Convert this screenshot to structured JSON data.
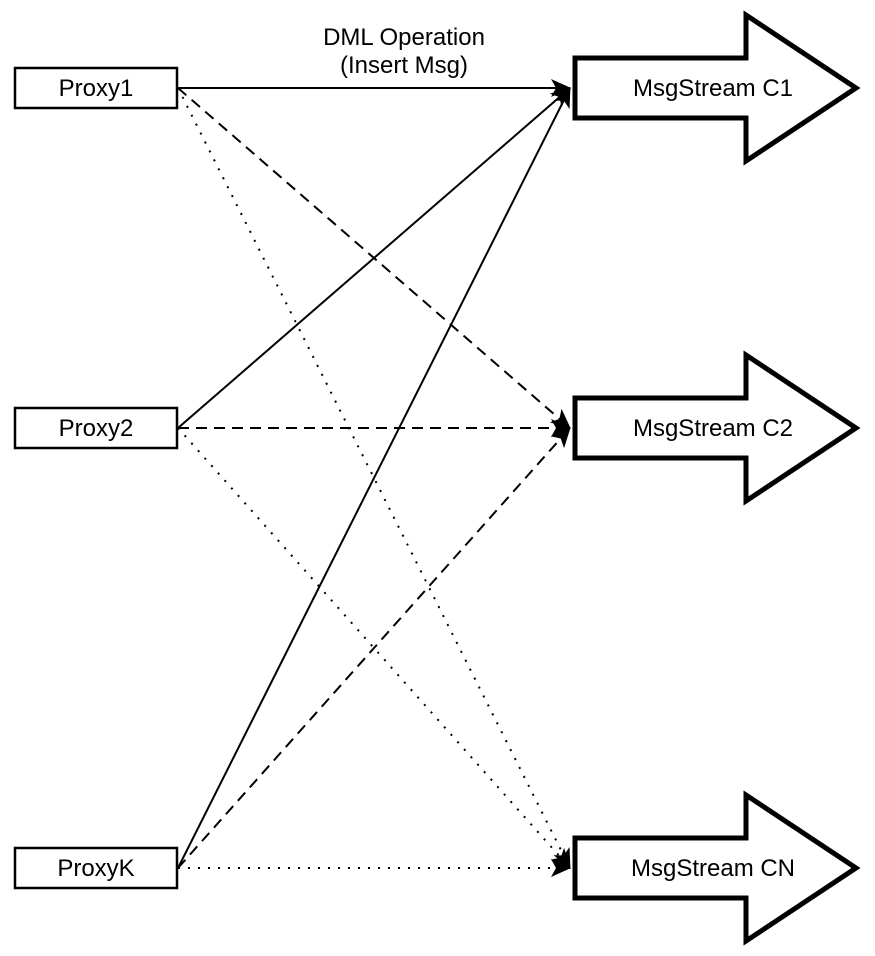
{
  "diagram": {
    "edge_label": {
      "line1": "DML Operation",
      "line2": "(Insert Msg)"
    },
    "proxies": [
      {
        "id": "proxy1",
        "label": "Proxy1"
      },
      {
        "id": "proxy2",
        "label": "Proxy2"
      },
      {
        "id": "proxyK",
        "label": "ProxyK"
      }
    ],
    "streams": [
      {
        "id": "c1",
        "label": "MsgStream C1",
        "shape": "block-arrow-right"
      },
      {
        "id": "c2",
        "label": "MsgStream C2",
        "shape": "block-arrow-right"
      },
      {
        "id": "cn",
        "label": "MsgStream CN",
        "shape": "block-arrow-right"
      }
    ],
    "edges": [
      {
        "from": "proxy1",
        "to": "c1",
        "style": "solid",
        "label": "DML Operation (Insert Msg)"
      },
      {
        "from": "proxy1",
        "to": "c2",
        "style": "dashed"
      },
      {
        "from": "proxy1",
        "to": "cn",
        "style": "dotted"
      },
      {
        "from": "proxy2",
        "to": "c1",
        "style": "solid"
      },
      {
        "from": "proxy2",
        "to": "c2",
        "style": "dashed"
      },
      {
        "from": "proxy2",
        "to": "cn",
        "style": "dotted"
      },
      {
        "from": "proxyK",
        "to": "c1",
        "style": "solid"
      },
      {
        "from": "proxyK",
        "to": "c2",
        "style": "dashed"
      },
      {
        "from": "proxyK",
        "to": "cn",
        "style": "dotted"
      }
    ],
    "colors": {
      "stroke": "#000000",
      "fill": "#ffffff",
      "background": "#ffffff"
    }
  }
}
